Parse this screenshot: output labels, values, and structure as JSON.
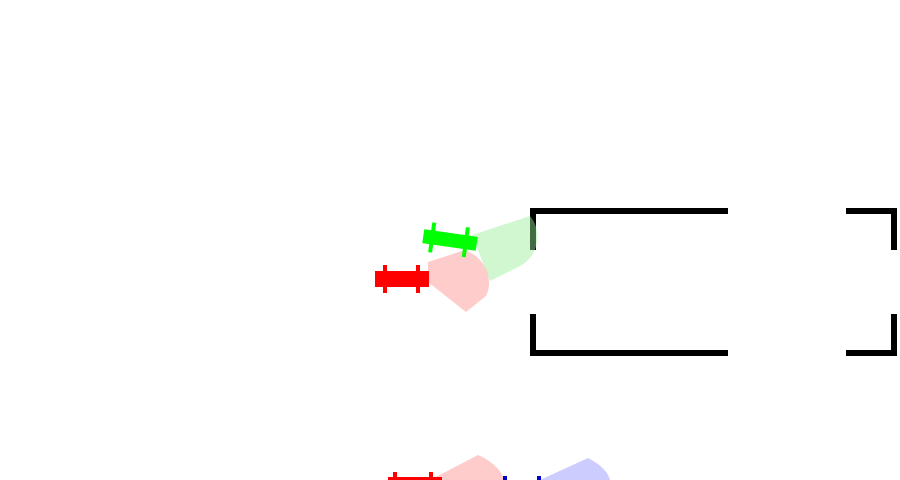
{
  "scene": {
    "background_color": "#ffffff",
    "wall_color": "#000000"
  },
  "agents": [
    {
      "id": "red-agent-1",
      "color": "#ff0000",
      "cone_color": "#ff9999",
      "heading": "right"
    },
    {
      "id": "green-agent",
      "color": "#00ff00",
      "cone_color": "#99ee99",
      "heading": "right"
    },
    {
      "id": "red-agent-2",
      "color": "#ff0000",
      "cone_color": "#ff9999",
      "heading": "right"
    },
    {
      "id": "blue-agent",
      "color": "#0000cc",
      "cone_color": "#9999ff",
      "heading": "right"
    }
  ],
  "walls": [
    {
      "id": "left-room"
    },
    {
      "id": "right-room"
    }
  ]
}
